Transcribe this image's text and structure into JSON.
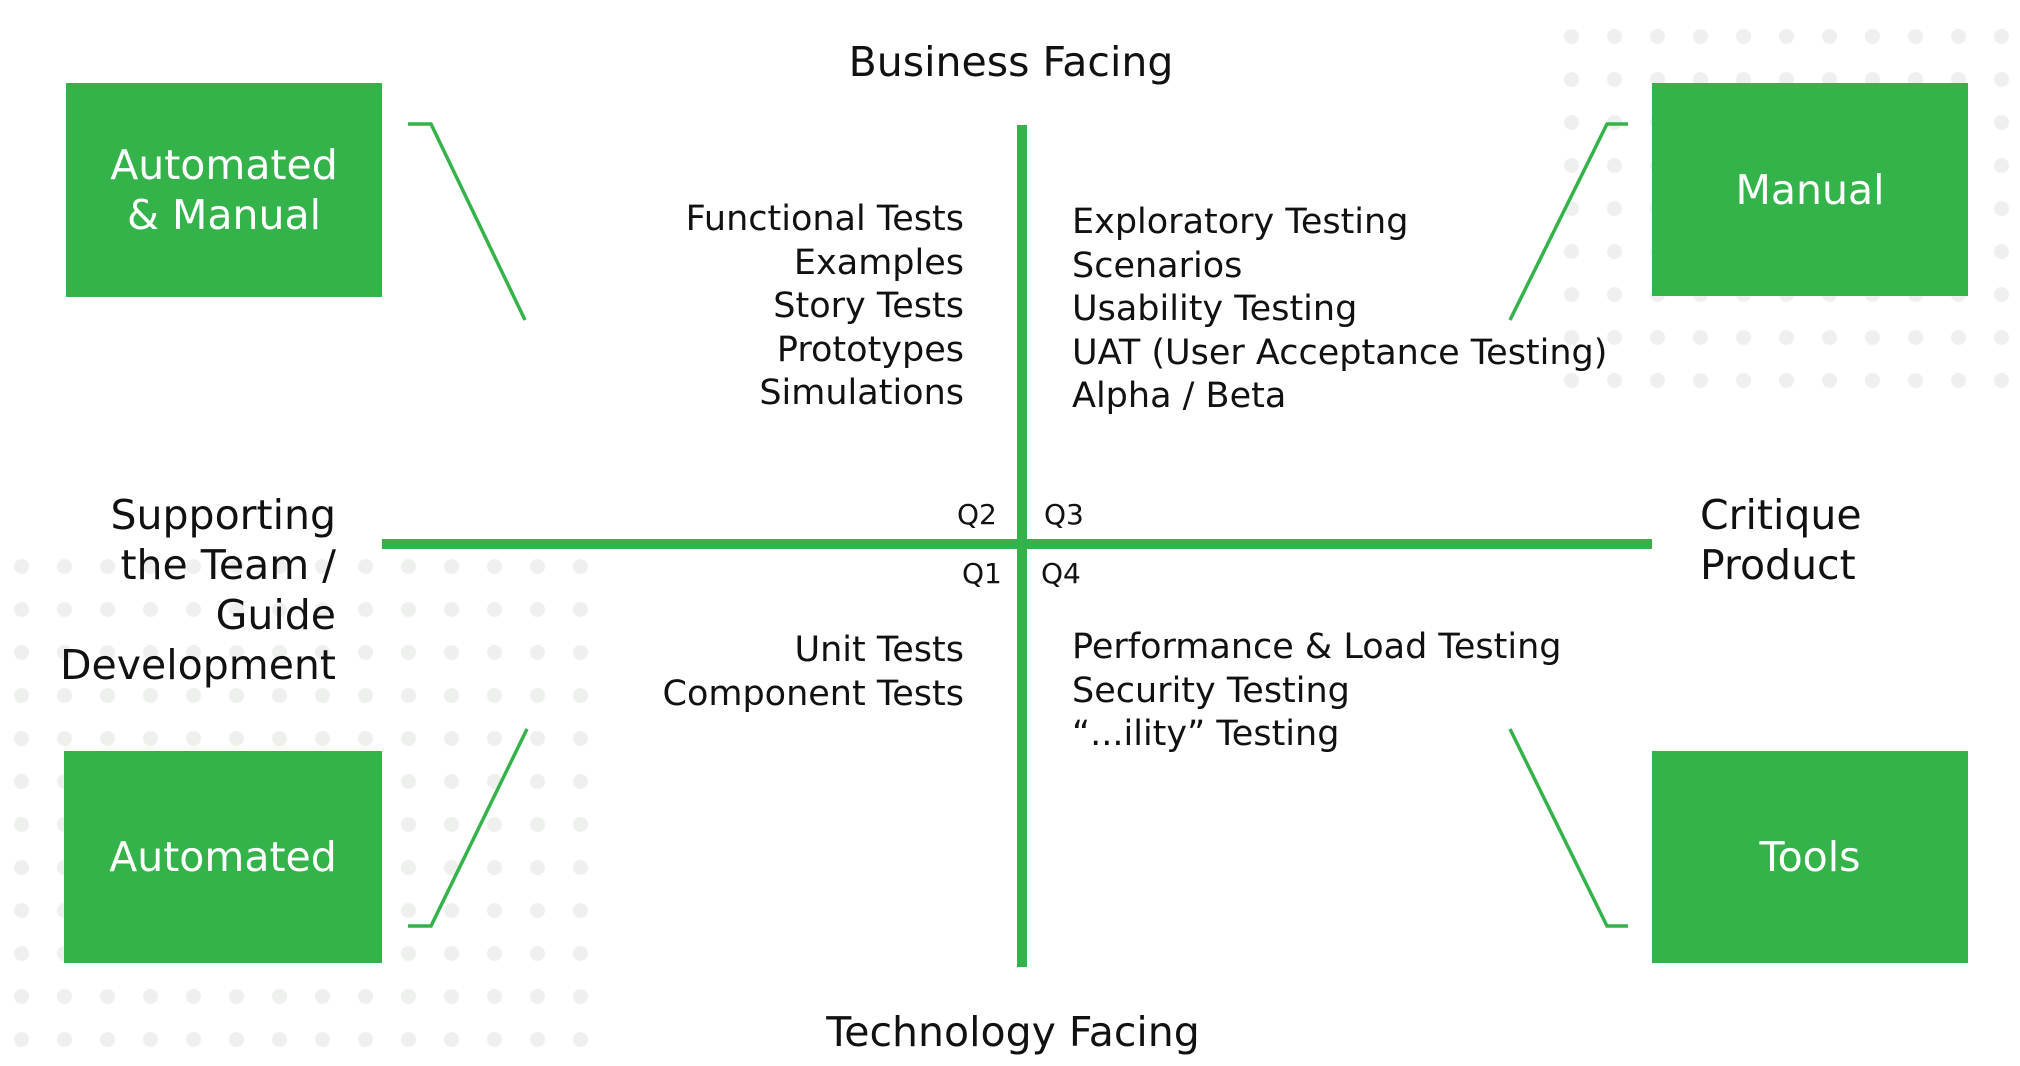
{
  "titles": {
    "top": "Business Facing",
    "bottom": "Technology Facing"
  },
  "sides": {
    "left": [
      "Supporting",
      "the Team /",
      "Guide",
      "Development"
    ],
    "right": [
      "Critique",
      "Product"
    ]
  },
  "quadrant_labels": {
    "q1": "Q1",
    "q2": "Q2",
    "q3": "Q3",
    "q4": "Q4"
  },
  "quadrants": {
    "q2_items": [
      "Functional Tests",
      "Examples",
      "Story Tests",
      "Prototypes",
      "Simulations"
    ],
    "q3_items": [
      "Exploratory Testing",
      "Scenarios",
      "Usability Testing",
      "UAT (User Acceptance Testing)",
      "Alpha / Beta"
    ],
    "q1_items": [
      "Unit Tests",
      "Component Tests"
    ],
    "q4_items": [
      "Performance & Load Testing",
      "Security Testing",
      "“...ility” Testing"
    ]
  },
  "boxes": {
    "top_left": [
      "Automated",
      "& Manual"
    ],
    "top_right": [
      "Manual"
    ],
    "bottom_left": [
      "Automated"
    ],
    "bottom_right": [
      "Tools"
    ]
  },
  "colors": {
    "accent": "#34b34a",
    "box_text": "#ffffff",
    "text": "#111111",
    "dots": "#eef0ee"
  }
}
